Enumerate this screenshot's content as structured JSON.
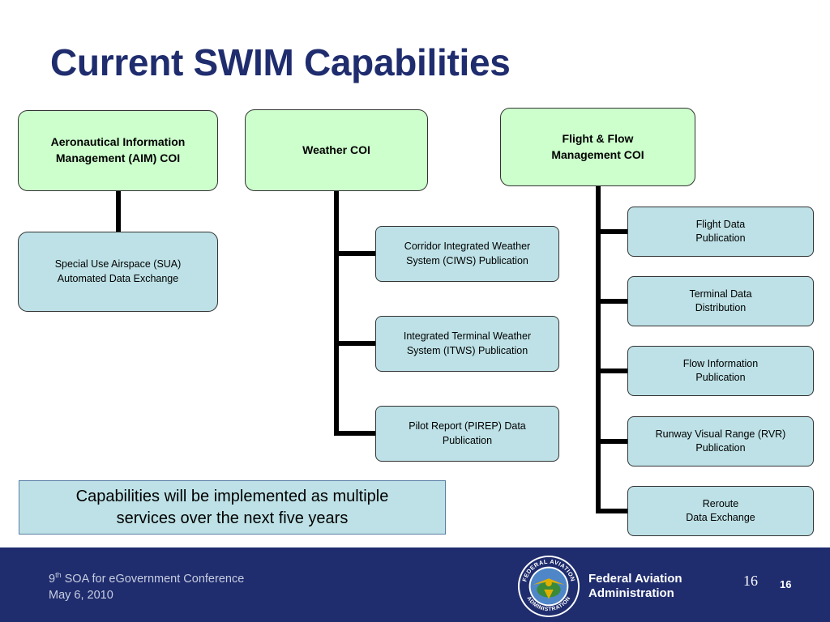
{
  "title": "Current SWIM Capabilities",
  "cois": [
    {
      "label": "Aeronautical Information\nManagement (AIM) COI"
    },
    {
      "label": "Weather COI"
    },
    {
      "label": "Flight & Flow\nManagement COI"
    }
  ],
  "aim_services": [
    {
      "label": "Special Use Airspace (SUA)\nAutomated Data Exchange"
    }
  ],
  "weather_services": [
    {
      "label": "Corridor Integrated Weather\nSystem (CIWS) Publication"
    },
    {
      "label": "Integrated Terminal Weather\nSystem (ITWS) Publication"
    },
    {
      "label": "Pilot Report (PIREP) Data\nPublication"
    }
  ],
  "flow_services": [
    {
      "label": "Flight Data\nPublication"
    },
    {
      "label": "Terminal Data\nDistribution"
    },
    {
      "label": "Flow Information\nPublication"
    },
    {
      "label": "Runway Visual Range (RVR)\nPublication"
    },
    {
      "label": "Reroute\nData Exchange"
    }
  ],
  "note": "Capabilities will be implemented as multiple\nservices over the next five years",
  "footer": {
    "conference_ordinal": "9",
    "conference_suffix": "th",
    "conference_name": "SOA for eGovernment Conference",
    "date": "May 6, 2010",
    "agency": "Federal Aviation\nAdministration",
    "page_number_large": "16",
    "page_number_small": "16",
    "seal_text_top": "FEDERAL AVIATION",
    "seal_text_bottom": "ADMINISTRATION"
  },
  "colors": {
    "title": "#1f2d6e",
    "coi_fill": "#ccffcc",
    "service_fill": "#bde1e6",
    "footer_bg": "#1f2d6e"
  }
}
